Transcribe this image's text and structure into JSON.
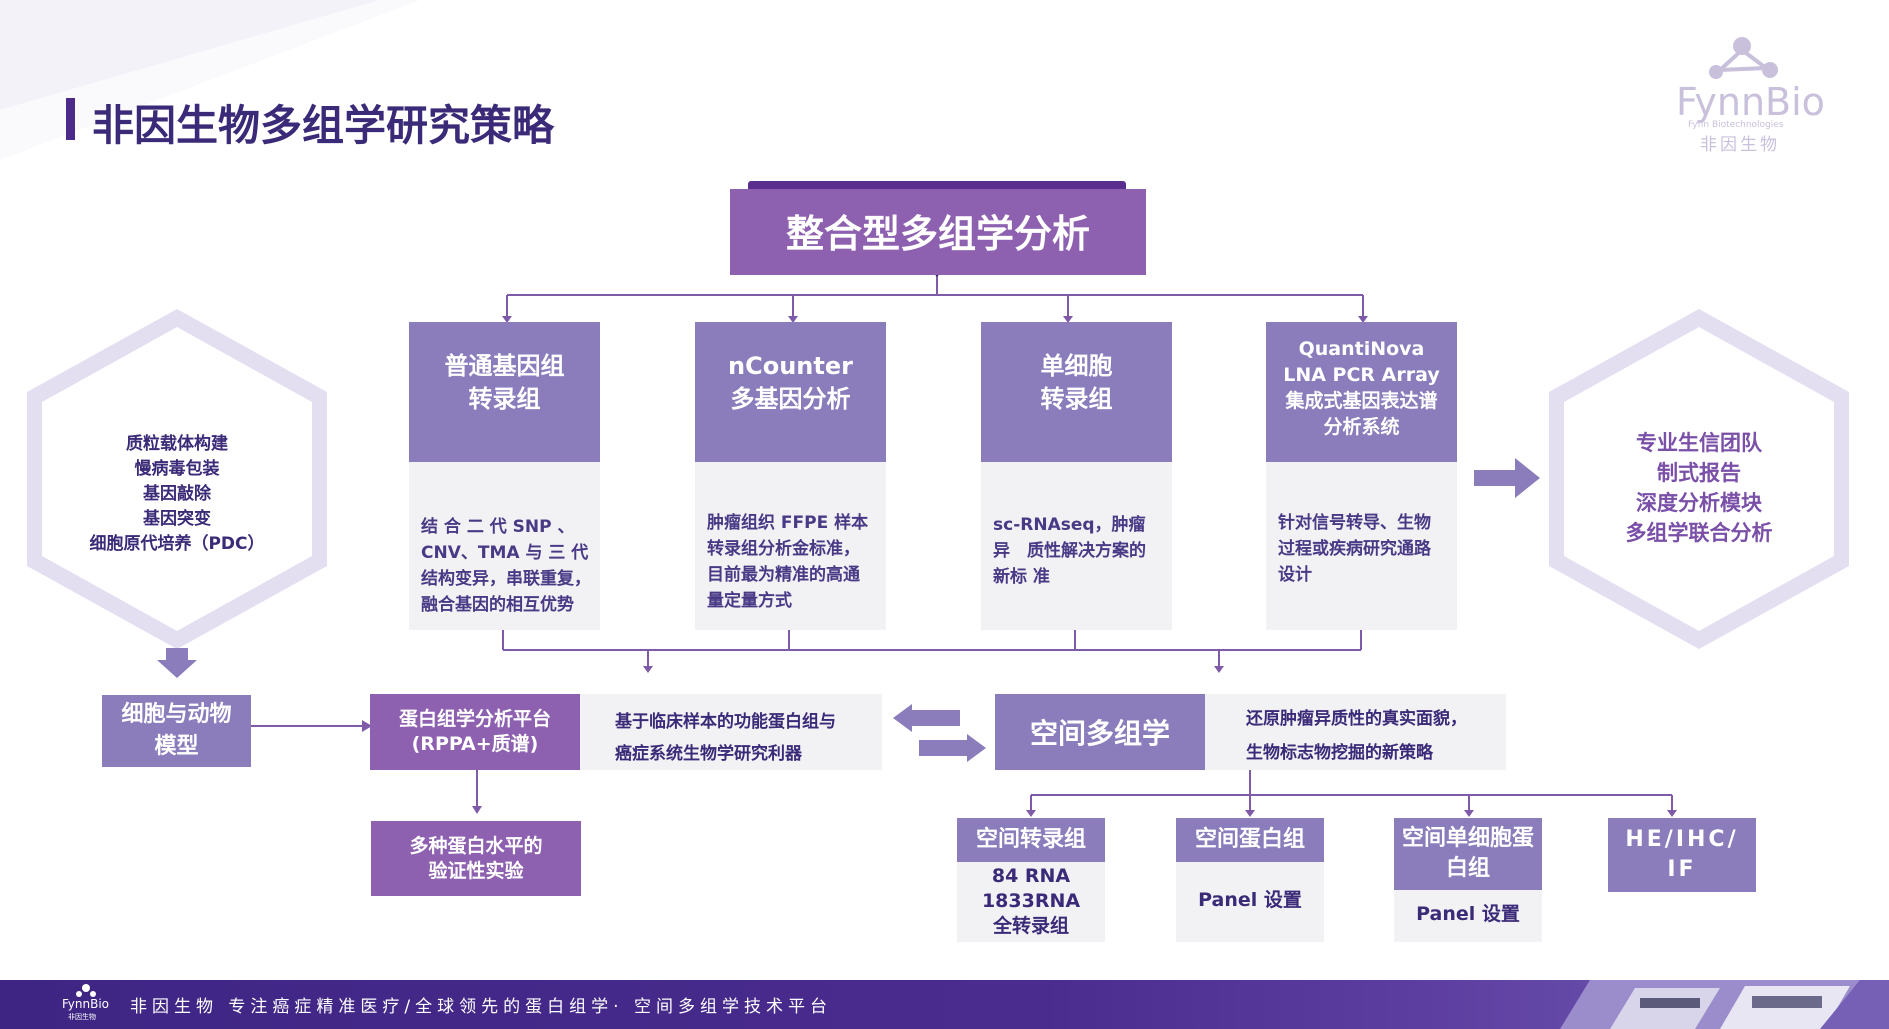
{
  "page_title": "非因生物多组学研究策略",
  "logo": {
    "name": "FynnBio",
    "tagline": "Fynn Biotechnologies",
    "cn": "非因生物"
  },
  "integration": {
    "label": "整合型多组学分析"
  },
  "cards": [
    {
      "title": "普通基因组\n转录组",
      "desc": "结 合 二 代 SNP 、\nCNV、TMA 与 三 代\n结构变异，串联重复，\n融合基因的相互优势"
    },
    {
      "title": "nCounter\n多基因分析",
      "desc": "肿瘤组织 FFPE 样本\n转录组分析金标准，\n目前最为精准的高通\n量定量方式"
    },
    {
      "title": "单细胞\n转录组",
      "desc": "sc-RNAseq，肿瘤\n异　质性解决方案的\n新标 准"
    },
    {
      "title": "QuantiNova\nLNA PCR Array\n集成式基因表达谱\n分析系统",
      "desc": "针对信号转导、生物\n过程或疾病研究通路\n设计"
    }
  ],
  "left_hexagon": {
    "items": "质粒载体构建\n慢病毒包装\n基因敲除\n基因突变\n细胞原代培养（PDC）"
  },
  "right_hexagon": {
    "items": "专业生信团队\n制式报告\n深度分析模块\n多组学联合分析"
  },
  "cell_model": {
    "label": "细胞与动物\n模型"
  },
  "proteomics": {
    "label": "蛋白组学分析平台\n(RPPA+质谱)",
    "desc": "基于临床样本的功能蛋白组与\n癌症系统生物学研究利器"
  },
  "validation": {
    "label": "多种蛋白水平的\n验证性实验"
  },
  "spatial": {
    "label": "空间多组学",
    "desc": "还原肿瘤异质性的真实面貌，\n生物标志物挖掘的新策略"
  },
  "spatial_subs": [
    {
      "title": "空间转录组",
      "body": "84 RNA\n1833RNA\n全转录组"
    },
    {
      "title": "空间蛋白组",
      "body": "Panel 设置"
    },
    {
      "title": "空间单细胞蛋\n白组",
      "body": "Panel 设置"
    },
    {
      "title": "HE/IHC/\nIF",
      "body": ""
    }
  ],
  "footer": {
    "text": "非因生物 专注癌症精准医疗/全球领先的蛋白组学· 空间多组学技术平台",
    "logo": "FynnBio",
    "logo_cn": "非因生物"
  },
  "colors": {
    "primary": "#8b7cbb",
    "accent": "#8d60b0",
    "dark": "#3b2a78",
    "panel": "#f2f2f4"
  }
}
